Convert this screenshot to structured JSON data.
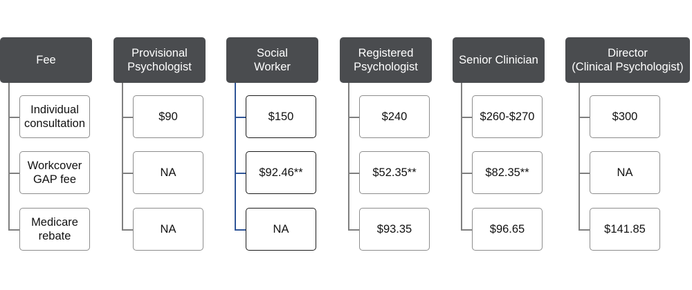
{
  "columns": [
    {
      "header": "Fee",
      "rows": [
        "Individual\nconsultation",
        "Workcover\nGAP fee",
        "Medicare\nrebate"
      ]
    },
    {
      "header": "Provisional\nPsychologist",
      "rows": [
        "$90",
        "NA",
        "NA"
      ]
    },
    {
      "header": "Social\nWorker",
      "highlight": true,
      "rows": [
        "$150",
        "$92.46**",
        "NA"
      ]
    },
    {
      "header": "Registered\nPsychologist",
      "rows": [
        "$240",
        "$52.35**",
        "$93.35"
      ]
    },
    {
      "header": "Senior Clinician",
      "rows": [
        "$260-$270",
        "$82.35**",
        "$96.65"
      ]
    },
    {
      "header": "Director\n(Clinical Psychologist)",
      "rows": [
        "$300",
        "NA",
        "$141.85"
      ]
    }
  ],
  "colors": {
    "header_bg": "#4a4c4f",
    "connector": "#7f7f7f",
    "highlight_connector": "#2f5597"
  }
}
